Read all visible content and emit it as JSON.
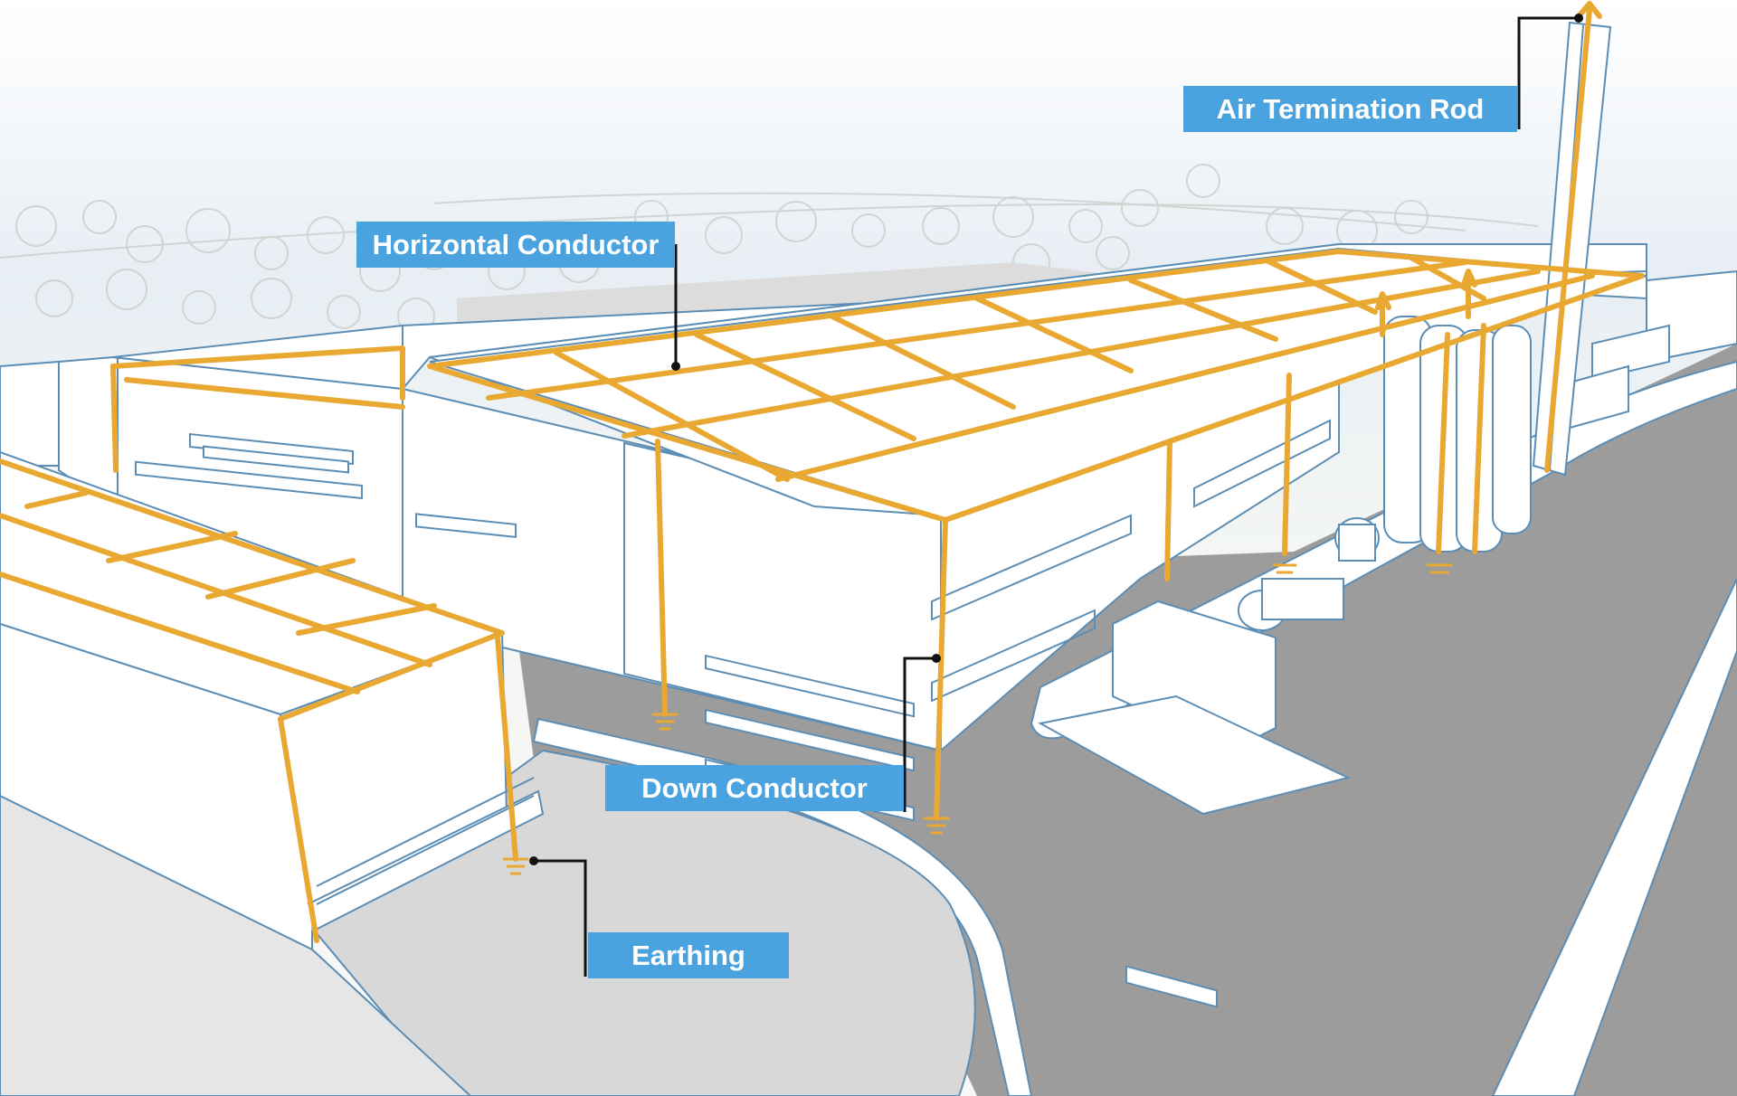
{
  "labels": {
    "air_termination_rod": "Air Termination Rod",
    "horizontal_conductor": "Horizontal Conductor",
    "down_conductor": "Down Conductor",
    "earthing": "Earthing"
  },
  "colors": {
    "conductor": "#e8a832",
    "outline": "#5b8db5",
    "label_bg": "#4aa3df",
    "label_text": "#ffffff",
    "leader": "#111111",
    "road": "#9a9a9a",
    "sky": "#e7eef4"
  }
}
